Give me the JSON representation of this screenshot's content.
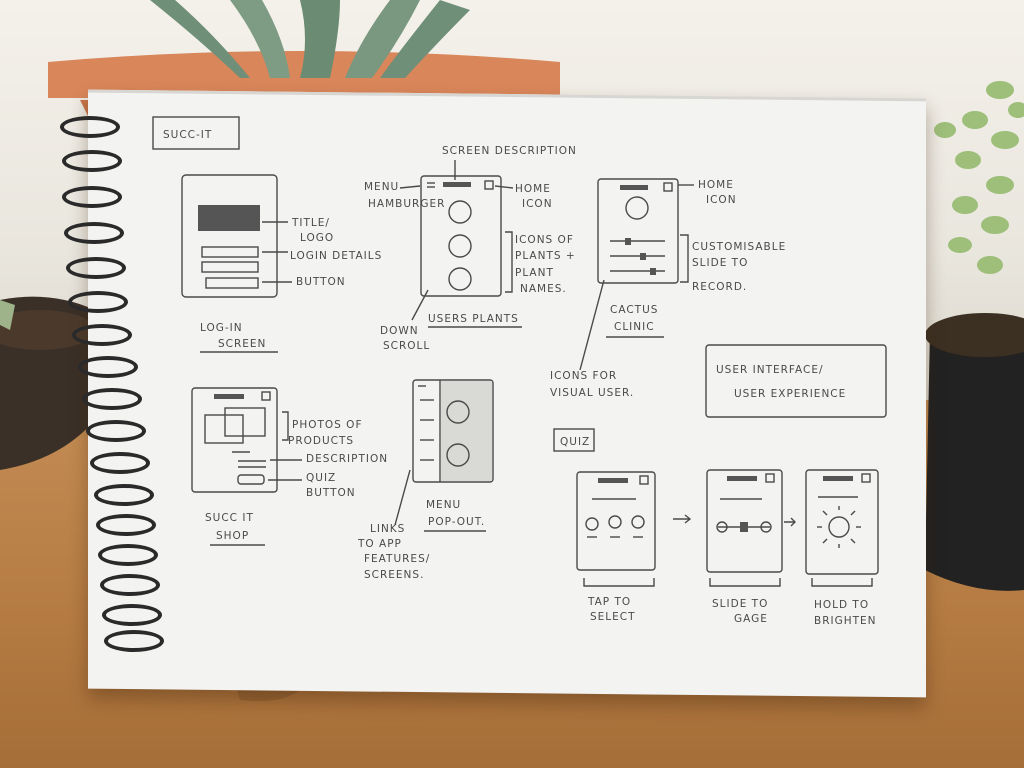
{
  "brand": "SUCC-IT",
  "screens": {
    "login": {
      "caption_line1": "LOG-IN",
      "caption_line2": "SCREEN",
      "ann_title": "TITLE/",
      "ann_logo": "LOGO",
      "ann_login": "LOGIN DETAILS",
      "ann_button": "BUTTON"
    },
    "users_plants": {
      "top_note": "SCREEN DESCRIPTION",
      "ann_menu1": "MENU",
      "ann_menu2": "HAMBURGER",
      "ann_home1": "HOME",
      "ann_home2": "ICON",
      "ann_icons1": "ICONS OF",
      "ann_icons2": "PLANTS +",
      "ann_icons3": "PLANT",
      "ann_icons4": "NAMES.",
      "ann_down1": "DOWN",
      "ann_down2": "SCROLL",
      "caption": "USERS PLANTS"
    },
    "cactus_clinic": {
      "ann_home1": "HOME",
      "ann_home2": "ICON",
      "ann_custom1": "CUSTOMISABLE",
      "ann_custom2": "SLIDE TO",
      "ann_custom3": "RECORD.",
      "caption1": "CACTUS",
      "caption2": "CLINIC",
      "ann_icons1": "ICONS FOR",
      "ann_icons2": "VISUAL USER."
    },
    "shop": {
      "ann_photos1": "PHOTOS OF",
      "ann_photos2": "PRODUCTS",
      "ann_desc": "DESCRIPTION",
      "ann_quiz1": "QUIZ",
      "ann_quiz2": "BUTTON",
      "caption1": "SUCC IT",
      "caption2": "SHOP"
    },
    "menu_popout": {
      "caption1": "MENU",
      "caption2": "POP-OUT.",
      "ann1": "LINKS",
      "ann2": "TO APP",
      "ann3": "FEATURES/",
      "ann4": "SCREENS."
    }
  },
  "ux_box_line1": "USER INTERFACE/",
  "ux_box_line2": "USER EXPERIENCE",
  "quiz": {
    "label": "QUIZ",
    "step1_line1": "TAP TO",
    "step1_line2": "SELECT",
    "step2_line1": "SLIDE TO",
    "step2_line2": "GAGE",
    "step3_line1": "HOLD TO",
    "step3_line2": "BRIGHTEN"
  }
}
